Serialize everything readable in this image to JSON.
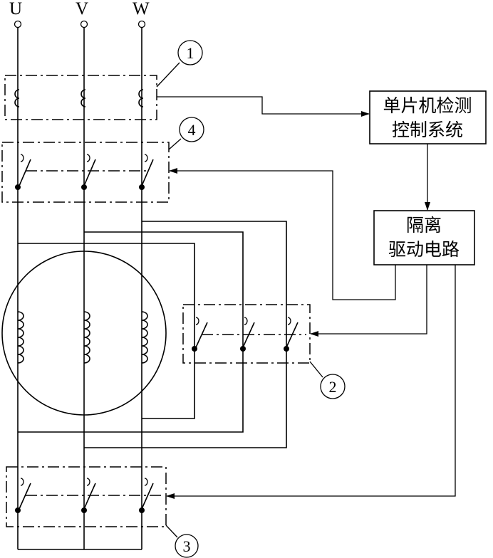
{
  "phases": [
    "U",
    "V",
    "W"
  ],
  "callouts": [
    "1",
    "4",
    "2",
    "3"
  ],
  "mcu_box": {
    "line1": "单片机检测",
    "line2": "控制系统"
  },
  "driver_box": {
    "line1": "隔离",
    "line2": "驱动电路"
  }
}
